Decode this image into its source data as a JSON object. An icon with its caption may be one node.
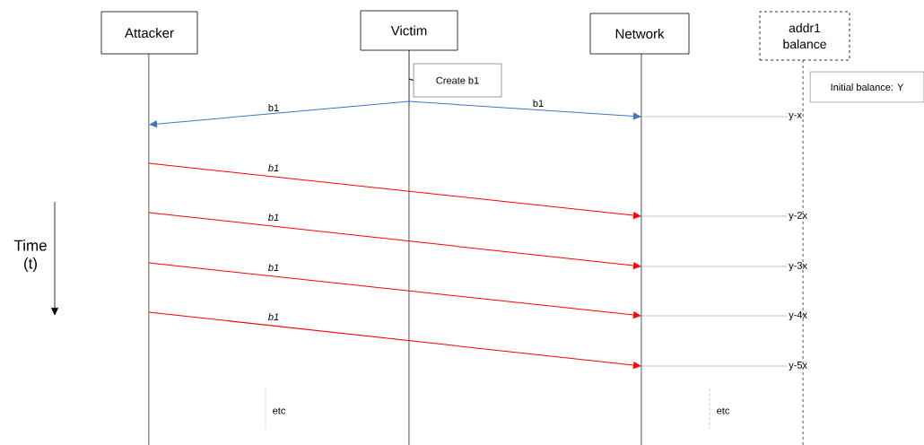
{
  "diagram": {
    "nodes": [
      {
        "text": [
          "Attacker"
        ]
      },
      {
        "text": [
          "Victim"
        ]
      },
      {
        "text": [
          "Network"
        ]
      },
      {
        "text": [
          "addr1 balance"
        ]
      },
      {
        "text": [
          "Create b1"
        ]
      },
      {
        "text": [
          "Initial balance: Y"
        ]
      },
      {
        "text": [
          "y-x"
        ]
      },
      {
        "text": [
          "y-2x"
        ]
      },
      {
        "text": [
          "y-3x"
        ]
      },
      {
        "text": [
          "y-4x"
        ]
      },
      {
        "text": [
          "y-5x"
        ]
      }
    ],
    "edges": [
      {
        "from": 1,
        "to": 0,
        "arrow": "to",
        "label": "b1",
        "color": "#4472c4"
      },
      {
        "from": 1,
        "to": 2,
        "arrow": "to",
        "label": "b1",
        "color": "#4472c4"
      },
      {
        "from": 0,
        "to": 2,
        "arrow": "to",
        "label": "b1",
        "color": "#ff0000"
      },
      {
        "from": 0,
        "to": 2,
        "arrow": "to",
        "label": "b1",
        "color": "#ff0000"
      },
      {
        "from": 0,
        "to": 2,
        "arrow": "to",
        "label": "b1",
        "color": "#ff0000"
      },
      {
        "from": 0,
        "to": 2,
        "arrow": "to",
        "label": "b1",
        "color": "#ff0000"
      },
      {
        "from": 1,
        "to": 4,
        "arrow": "none"
      },
      {
        "from": 2,
        "to": 6,
        "arrow": "none",
        "style": "dashed"
      },
      {
        "from": 2,
        "to": 7,
        "arrow": "none",
        "style": "dashed"
      },
      {
        "from": 2,
        "to": 8,
        "arrow": "none",
        "style": "dashed"
      },
      {
        "from": 2,
        "to": 9,
        "arrow": "none",
        "style": "dashed"
      },
      {
        "from": 2,
        "to": 10,
        "arrow": "none",
        "style": "dashed"
      }
    ],
    "labels": [
      "Time (t)",
      "etc",
      "etc"
    ]
  }
}
